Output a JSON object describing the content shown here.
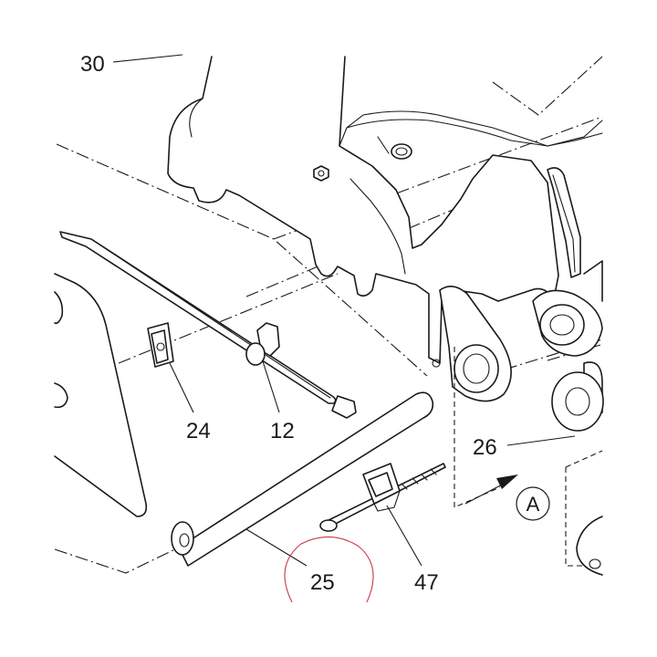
{
  "callouts": {
    "p30": "30",
    "p24": "24",
    "p12": "12",
    "p26": "26",
    "p25": "25",
    "p47": "47"
  },
  "view_marker": {
    "letter": "A"
  },
  "colors": {
    "line": "#1a1a1a",
    "background": "#ffffff",
    "markup_circle": "#c8384a"
  }
}
